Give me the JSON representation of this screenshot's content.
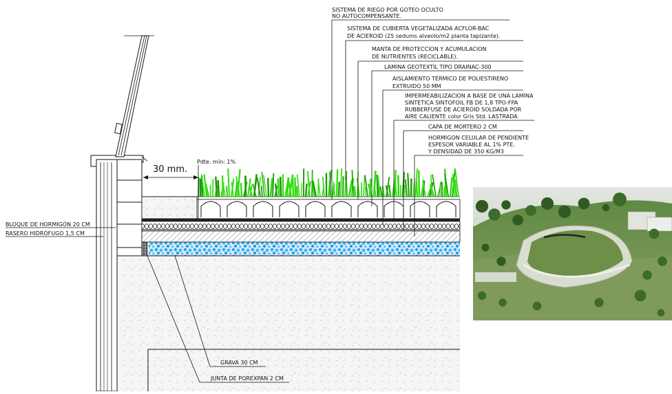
{
  "labels": {
    "riego": [
      "SISTEMA DE RIEGO POR GOTEO OCULTO",
      "NO AUTOCOMPENSANTE."
    ],
    "cubierta": [
      "SISTEMA DE CUBIERTA VEGETALIZADA ACFLOR-BAC",
      "DE ACIEROID (25 sedums alveolo/m2 planta tapizante)."
    ],
    "manta": [
      "MANTA DE PROTECCION Y ACUMULACION",
      "DE NUTRIENTES (RECICLABLE)."
    ],
    "geotextil": [
      "LAMINA GEOTEXTIL TIPO DRAINAC-300"
    ],
    "aislamiento": [
      "AISLAMIENTO TÉRMICO DE POLIESTIRENO",
      "EXTRUIDO 50 MM"
    ],
    "impermeabilizacion": [
      "IMPERMEABILIZACION A BASE DE UNA LAMINA",
      "SINTETICA SINTOFOIL FB DE 1,8 TPO-FPA",
      "RUBBERFUSE DE ACIEROID SOLDADA POR",
      "AIRE CALIENTE color Gris Std. LASTRADA"
    ],
    "mortero": [
      "CAPA DE MORTERO 2 CM"
    ],
    "hormigon": [
      "HORMIGON CELULAR DE PENDIENTE",
      "ESPESOR VARIABLE AL 1% PTE.",
      "Y DENSIDAD DE 350 KG/M3"
    ],
    "bloque": "BLOQUE DE HORMIGÓN 20 CM",
    "rasero": "RASERO HIDRÓFUGO 1,5 CM",
    "grava": "GRAVA 30 CM",
    "junta": "JUNTA DE POREXPAN 2 CM",
    "dimension": "30 mm.",
    "pendiente": "Pdte. mín: 1%"
  },
  "colors": {
    "vegetation": "#33dd11",
    "gravel": "#33aaee",
    "concrete": "#f4f4f2",
    "line": "#111111",
    "photo_sky": "#d9ddd4",
    "photo_forest": "#3f6a2e"
  },
  "photo": {
    "subject": "aerial render of green-roof building in wooded hillside"
  }
}
